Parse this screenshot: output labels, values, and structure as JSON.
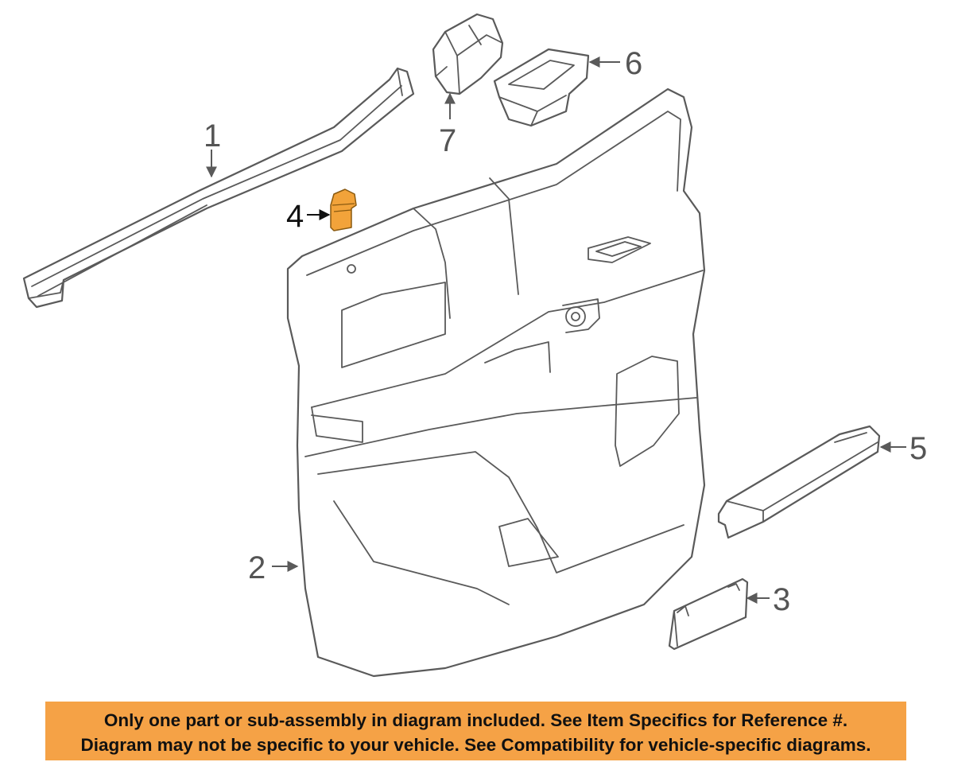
{
  "callouts": {
    "c1": "1",
    "c2": "2",
    "c3": "3",
    "c4": "4",
    "c5": "5",
    "c6": "6",
    "c7": "7"
  },
  "banner": {
    "line1": "Only one part or sub-assembly in diagram included. See Item Specifics for Reference #.",
    "line2": "Diagram may not be specific to your vehicle. See Compatibility for vehicle-specific diagrams."
  },
  "colors": {
    "highlight_part": "#F2A33A",
    "banner_bg": "#F5A246",
    "line_art": "#5A5A5A"
  }
}
